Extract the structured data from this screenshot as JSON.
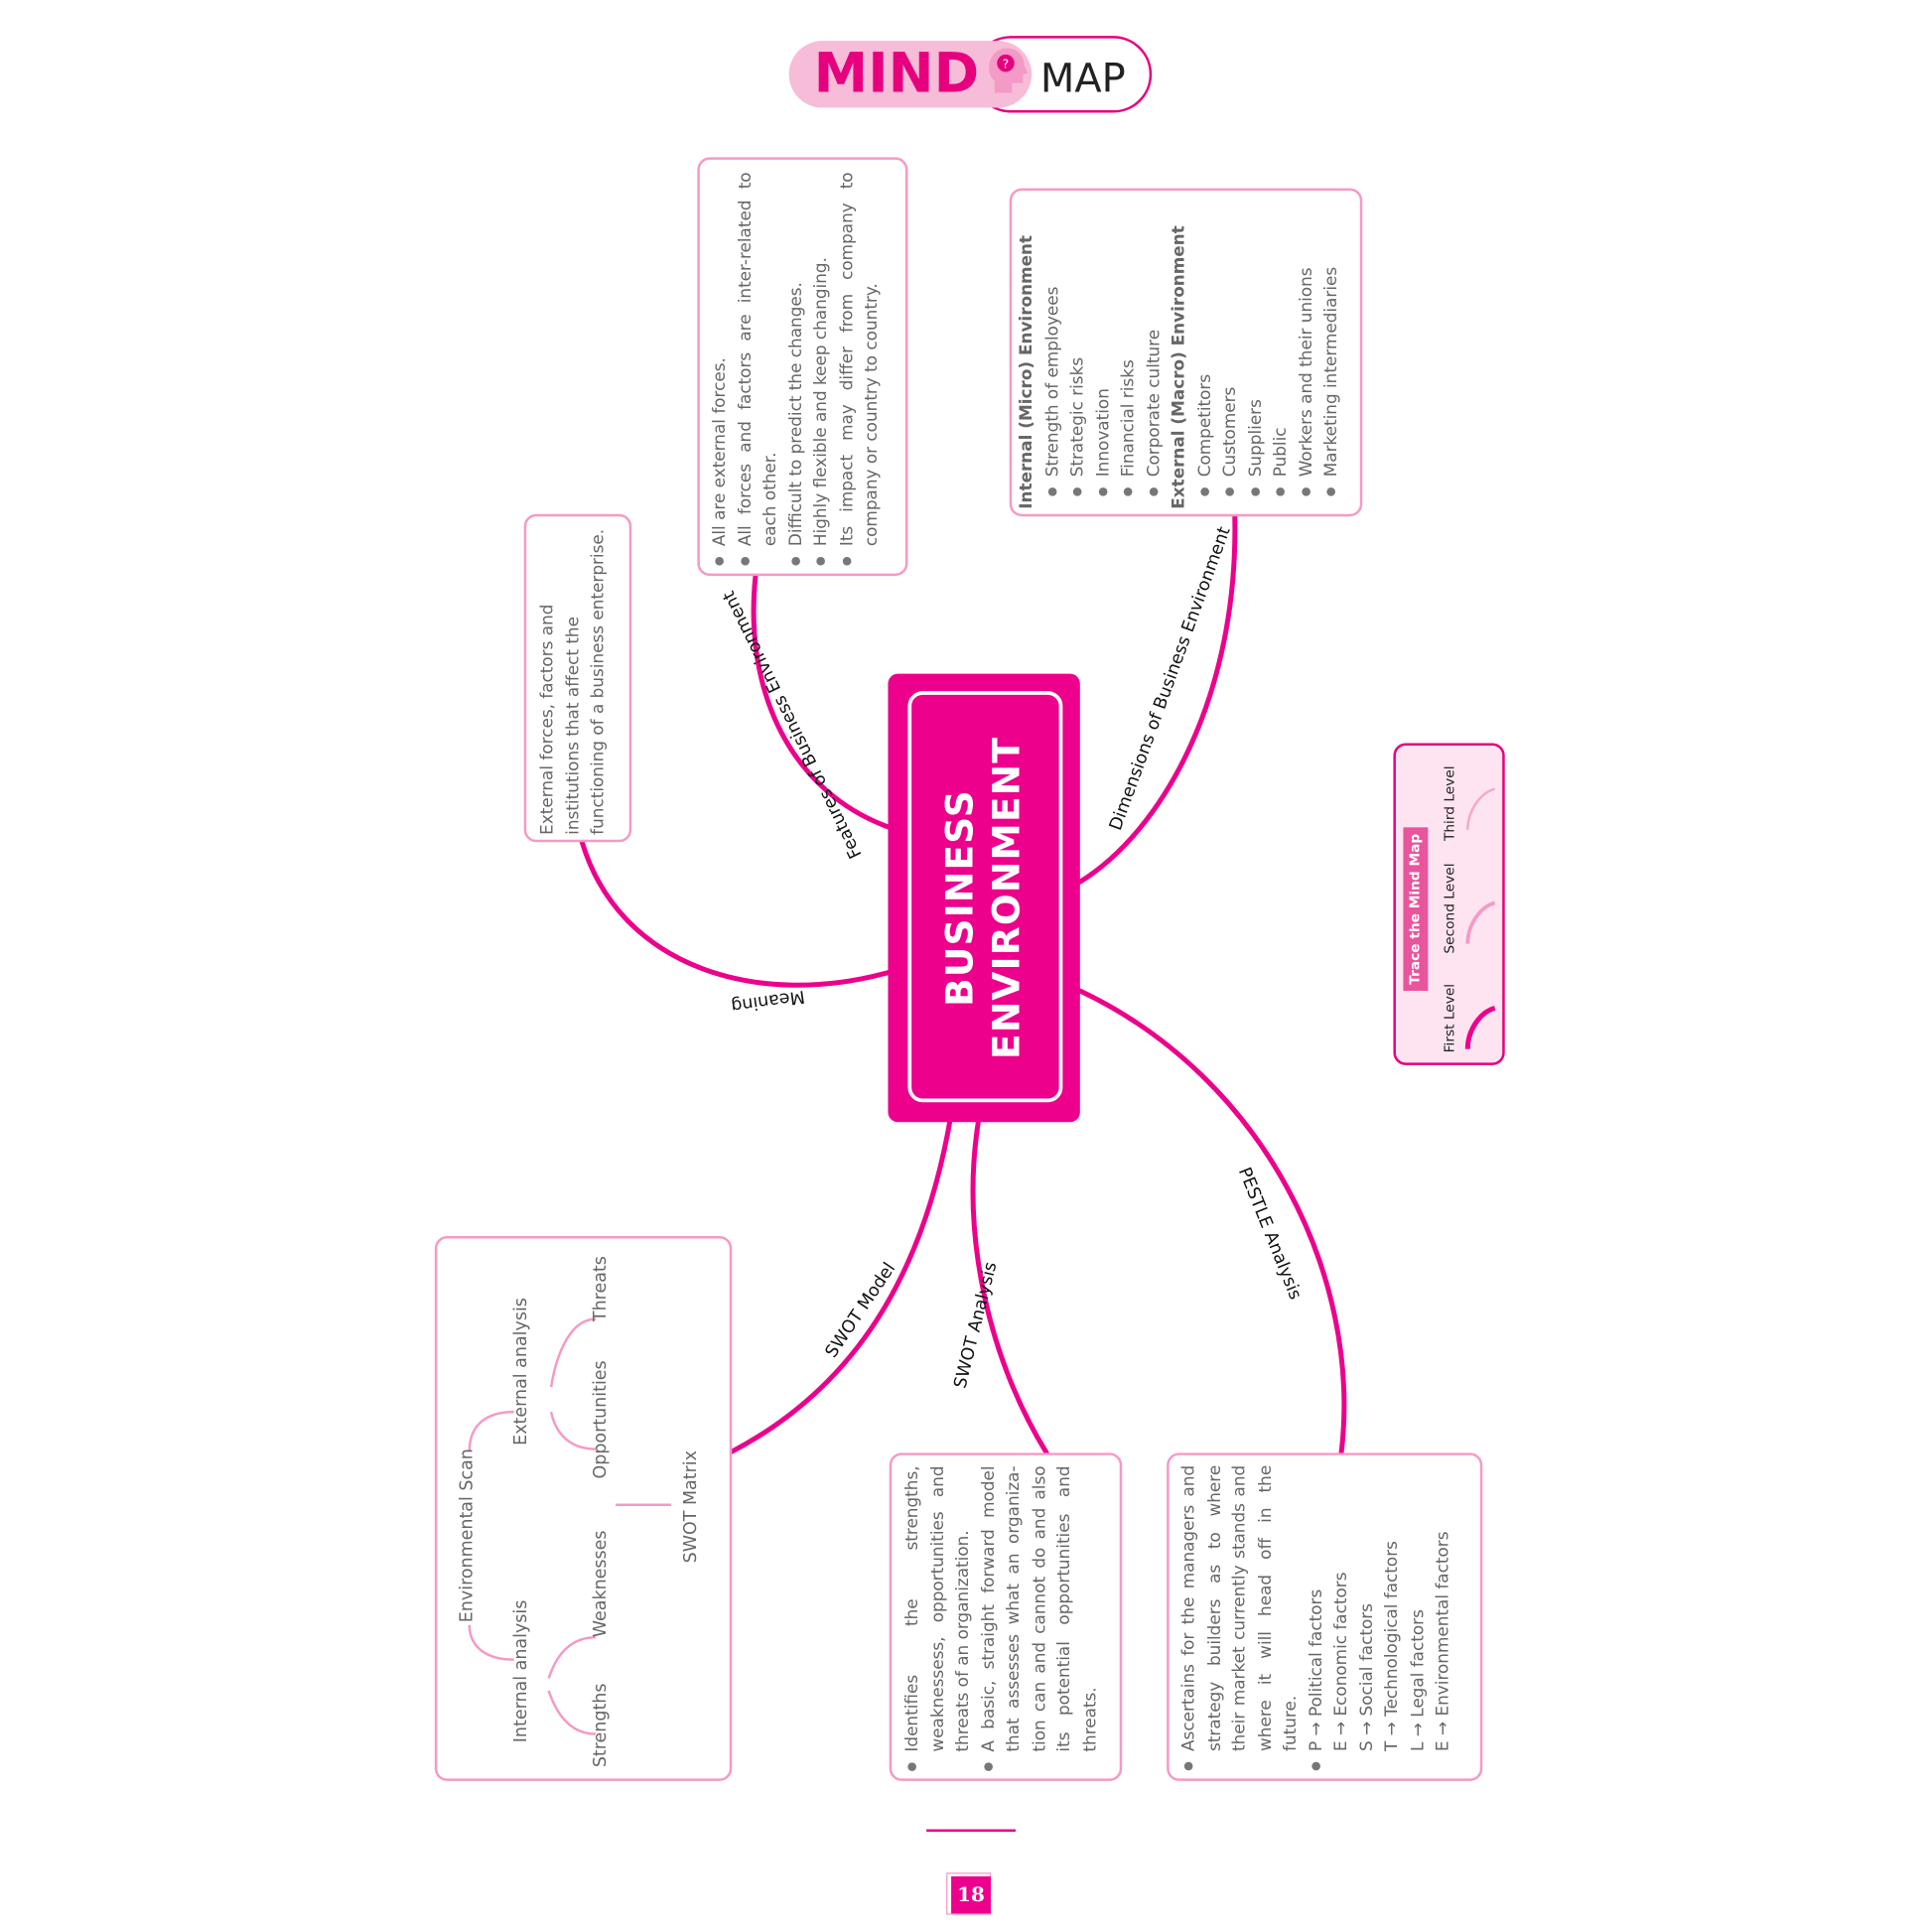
{
  "header": {
    "word1": "MIND",
    "word2": "MAP",
    "icon": "head-question-icon"
  },
  "center": {
    "line1": "BUSINESS",
    "line2": "ENVIRONMENT"
  },
  "branches": {
    "meaning": {
      "label": "Meaning",
      "text": "External forces, factors and institutions that affect the functioning of a business enterprise."
    },
    "features": {
      "label": "Features of Business Environment",
      "items": [
        "All are external forces.",
        "All forces and factors are inter-related to each other.",
        "Difficult to predict the changes.",
        "Highly flexible and keep changing.",
        "Its impact may differ from company to company or country to country."
      ]
    },
    "dimensions": {
      "label": "Dimensions of Business Environment",
      "internal_heading": "Internal (Micro) Environment",
      "internal": [
        "Strength of employees",
        "Strategic risks",
        "Innovation",
        "Financial risks",
        "Corporate culture"
      ],
      "external_heading": "External (Macro) Environment",
      "external": [
        "Competitors",
        "Customers",
        "Suppliers",
        "Public",
        "Workers and their unions",
        "Marketing intermediaries"
      ]
    },
    "pestle": {
      "label": "PESTLE Analysis",
      "items": [
        "Ascertains for the managers and strategy builders as to where their market currently stands and where it will head off in the future."
      ],
      "factors": [
        "P → Political factors",
        "E → Economic factors",
        "S → Social factors",
        "T → Technological factors",
        "L → Legal factors",
        "E → Environmental factors"
      ]
    },
    "swot_analysis": {
      "label": "SWOT Analysis",
      "items": [
        "Identifies the strengths, weaknessess, opportunities and threats of an organization.",
        "A basic, straight forward model that assesses what an organiza-tion can and cannot do and also its potential opportunities and threats."
      ]
    },
    "swot_model": {
      "label": "SWOT Model",
      "root": "Environmental Scan",
      "internal": "Internal analysis",
      "external": "External analysis",
      "strengths": "Strengths",
      "weaknesses": "Weaknesses",
      "opportunities": "Opportunities",
      "threats": "Threats",
      "matrix": "SWOT Matrix"
    }
  },
  "legend": {
    "title": "Trace the Mind Map",
    "levels": [
      "First Level",
      "Second Level",
      "Third Level"
    ]
  },
  "page_number": "18",
  "colors": {
    "primary": "#ec008c",
    "light": "#f49ac6",
    "legend_bg": "#fde4f0"
  }
}
